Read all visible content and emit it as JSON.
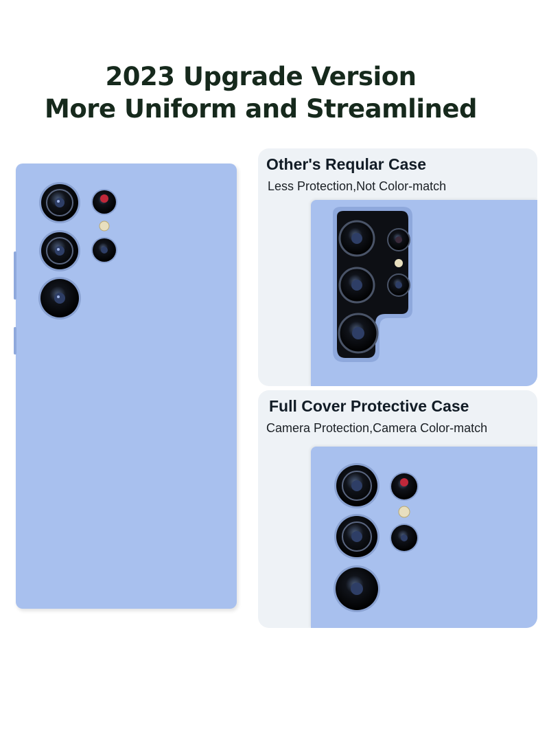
{
  "headline": {
    "line1": "2023 Upgrade Version",
    "line2": "More Uniform and Streamlined"
  },
  "panels": [
    {
      "title": "Other's Reqular Case",
      "subtitle": "Less Protection,Not Color-match"
    },
    {
      "title": "Full Cover Protective Case",
      "subtitle": "Camera Protection,Camera Color-match"
    }
  ],
  "colors": {
    "case_blue": "#a8c0ee",
    "panel_bg": "#eef2f6",
    "headline": "#16291c"
  }
}
